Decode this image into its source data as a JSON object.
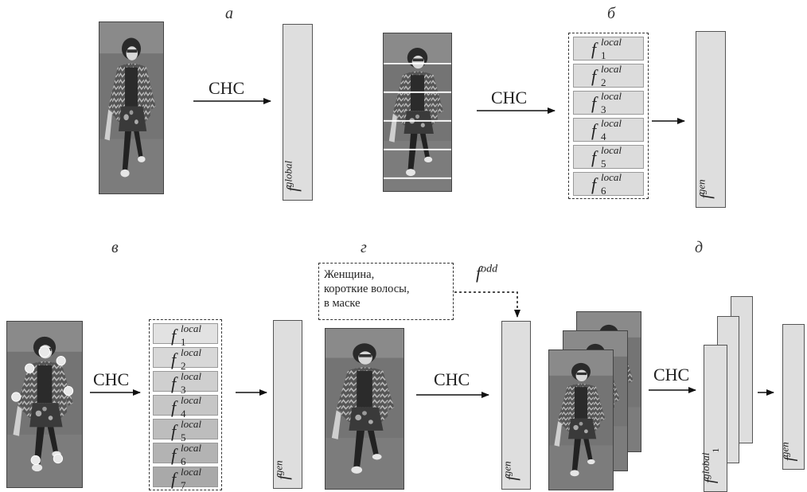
{
  "panels": {
    "a": "а",
    "b": "б",
    "v": "в",
    "g": "г",
    "d": "д"
  },
  "cnn_label": "СНС",
  "vectors": {
    "global": {
      "base": "f",
      "sup": "global"
    },
    "gen": {
      "base": "f",
      "sup": "gen"
    },
    "odd": {
      "base": "f",
      "sup": "odd"
    },
    "global_1": {
      "base": "f",
      "sup": "global",
      "sub": "1"
    }
  },
  "local_features": {
    "base": "f",
    "sup": "local",
    "indices": [
      "1",
      "2",
      "3",
      "4",
      "5",
      "6",
      "7"
    ]
  },
  "description_box": {
    "lines": [
      "Женщина,",
      "короткие волосы,",
      "в маске"
    ]
  },
  "colors": {
    "vector_fill": "#dedede",
    "cell_fill": "#dcdcdc",
    "photo_bg": "#6f6f6f",
    "stripe_line": "#ffffff",
    "keypoint": "#e8e8e8"
  }
}
